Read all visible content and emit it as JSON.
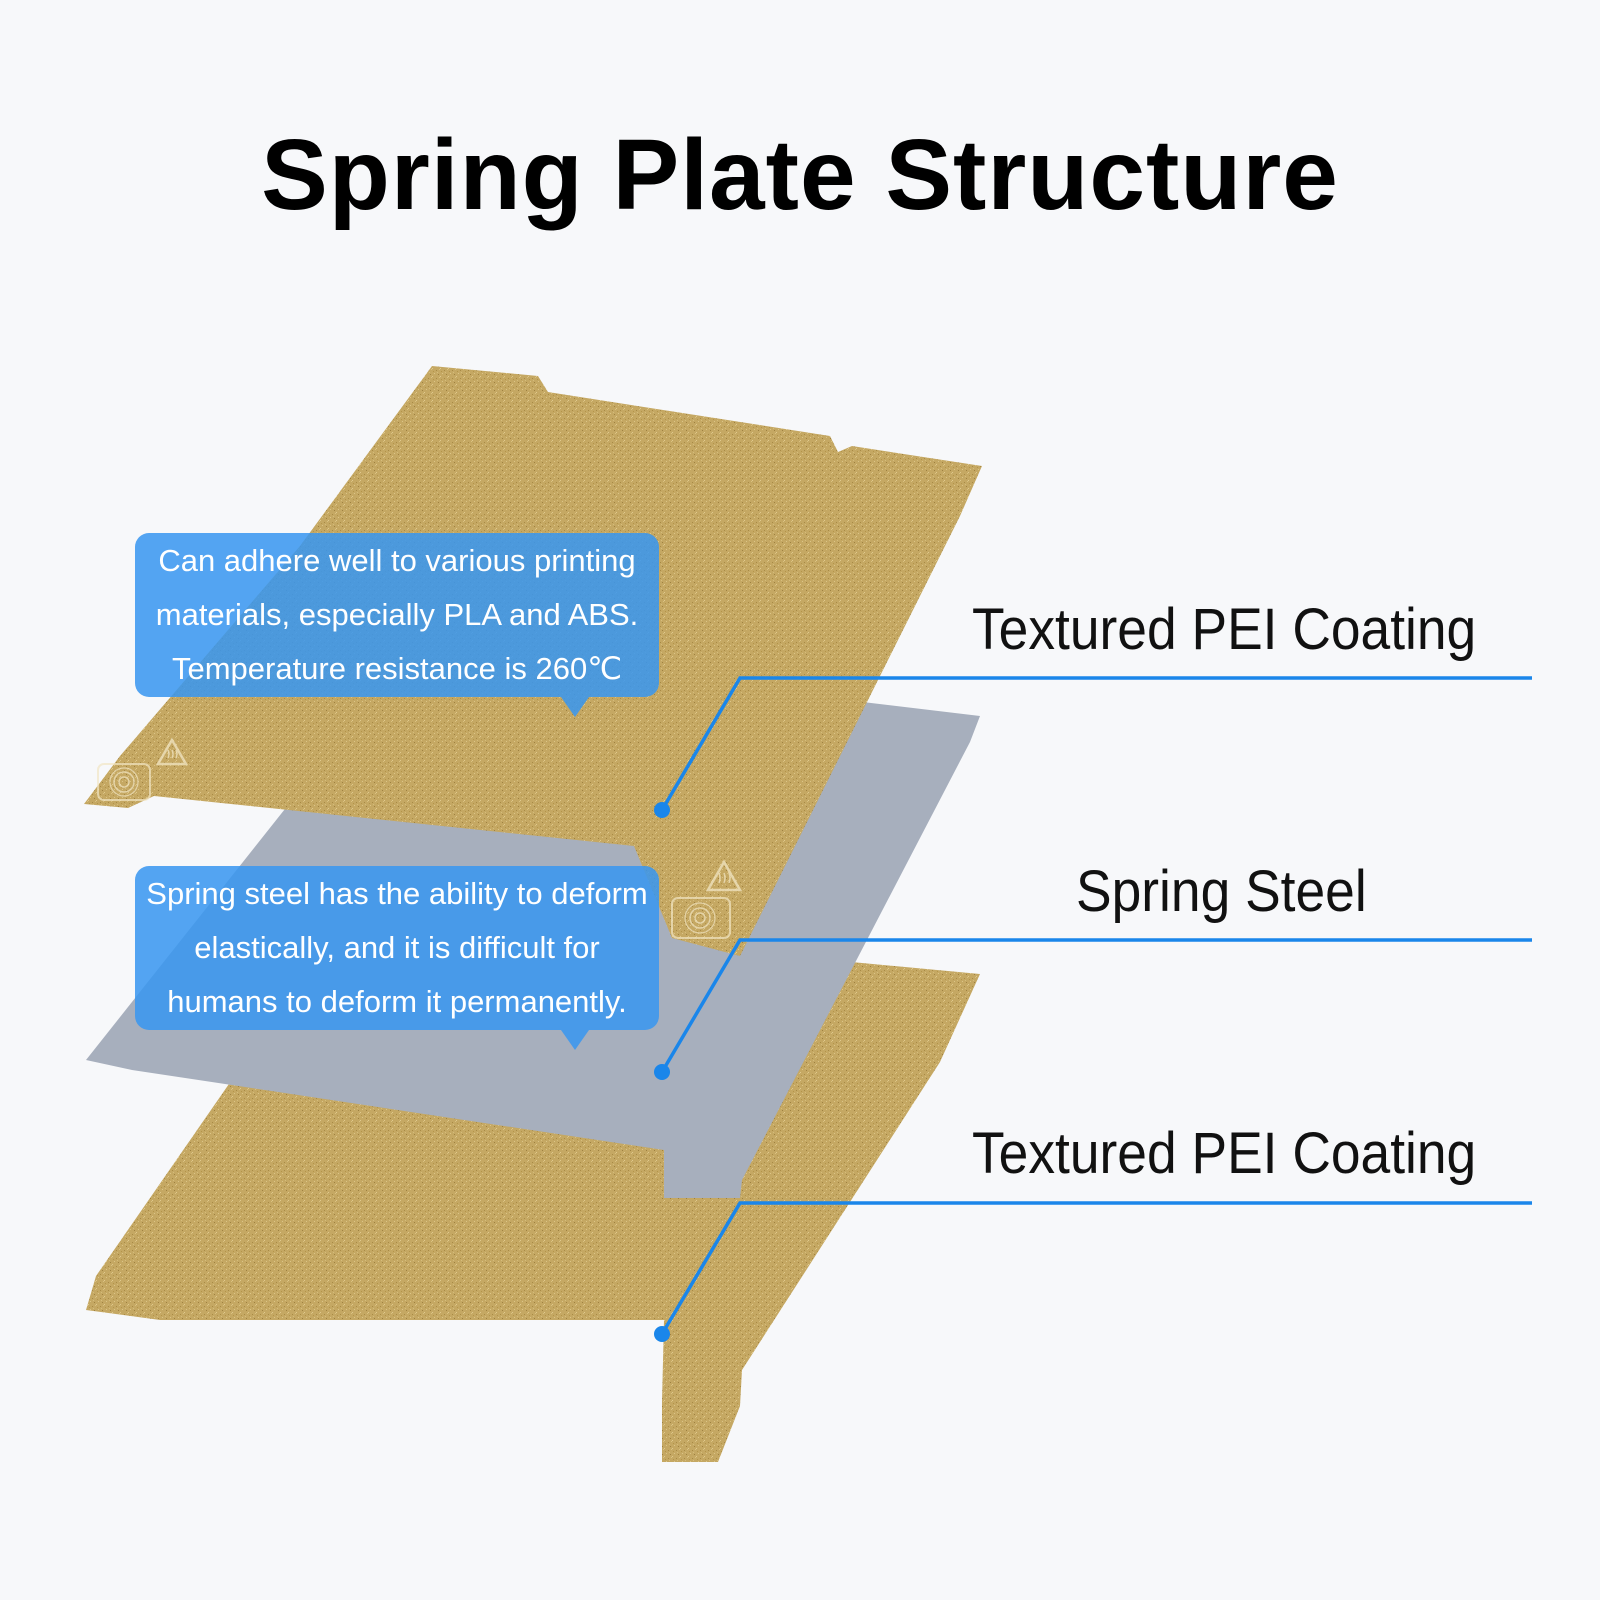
{
  "title": "Spring Plate Structure",
  "callouts": {
    "pei": {
      "line1": "Can adhere well to various printing",
      "line2": "materials, especially PLA and ABS.",
      "line3": "Temperature resistance is 260℃"
    },
    "steel": {
      "line1": "Spring steel has the ability to deform",
      "line2": "elastically, and it is difficult for",
      "line3": "humans to deform it permanently."
    }
  },
  "layers": {
    "top": "Textured PEI Coating",
    "middle": "Spring Steel",
    "bottom": "Textured PEI Coating"
  },
  "colors": {
    "accent": "#1a86ea",
    "pei_gold": "#c7aa64",
    "steel_gray": "#a7afbd",
    "background": "#f7f8fa"
  },
  "icons": [
    "heat-warning-icon",
    "fingerprint-icon"
  ]
}
